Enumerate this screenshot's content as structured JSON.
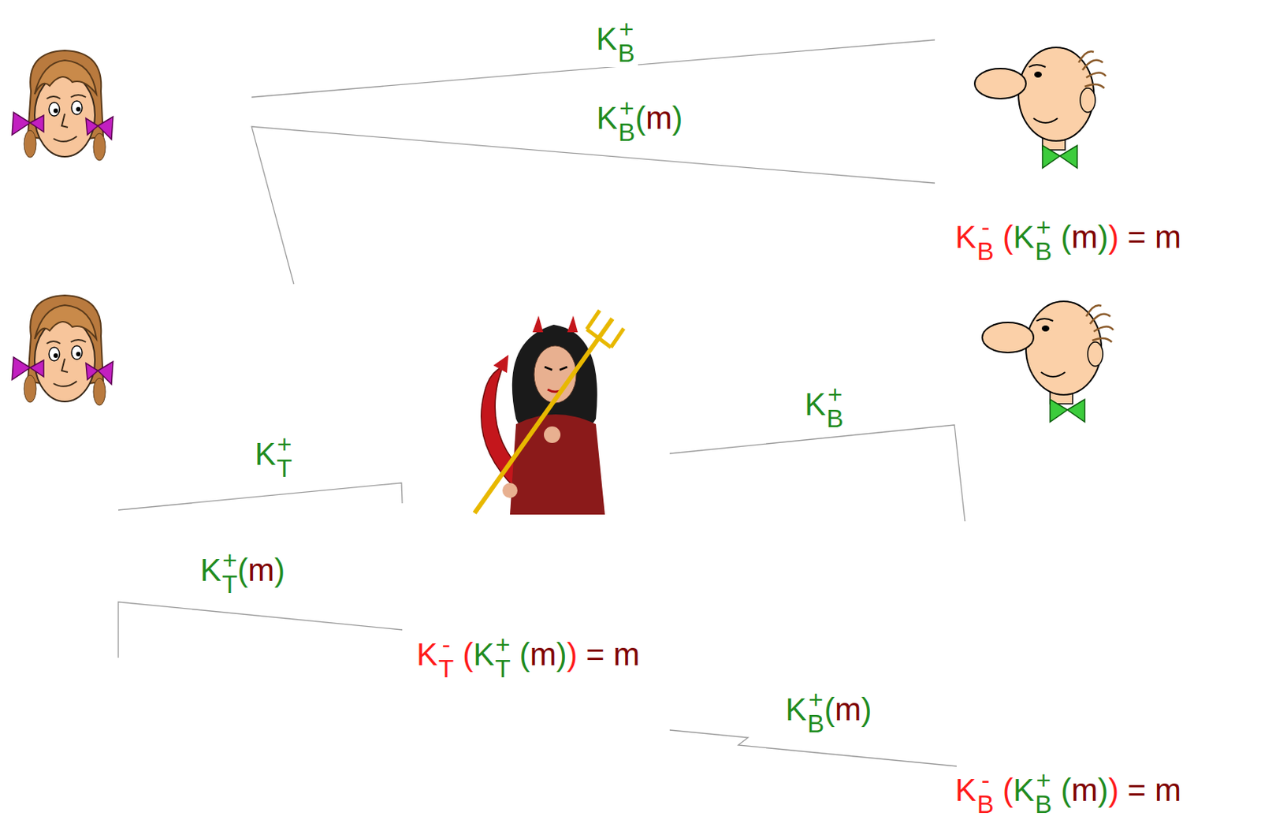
{
  "diagram": {
    "labels": [
      "K+B",
      "K+B(m)",
      "K-B (K+B (m)) = m",
      "K+B",
      "K+T",
      "K+T(m)",
      "K-T (K+T (m)) = m",
      "K+B(m)",
      "K-B (K+B (m)) = m"
    ]
  }
}
